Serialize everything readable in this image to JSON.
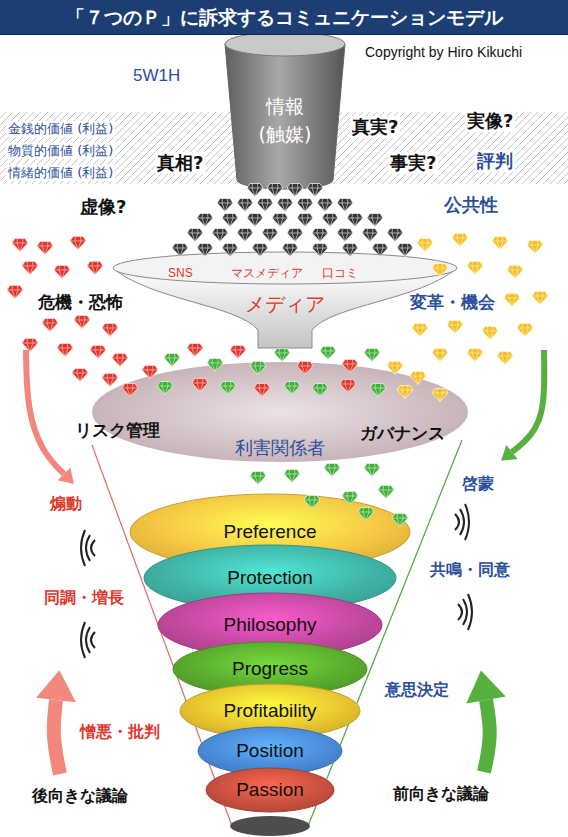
{
  "diagram": {
    "title": "「７つのＰ」に訴求するコミュニケーションモデル",
    "nodes": [
      {
        "text": [
          "情報 (触媒)"
        ]
      },
      {
        "text": [
          "SNS",
          "マスメディア",
          "口コミ",
          "メディア"
        ]
      },
      {
        "text": [
          "リスク管理",
          "利害関係者",
          "ガバナンス"
        ]
      },
      {
        "text": [
          "Preference"
        ]
      },
      {
        "text": [
          "Protection"
        ]
      },
      {
        "text": [
          "Philosophy"
        ]
      },
      {
        "text": [
          "Progress"
        ]
      },
      {
        "text": [
          "Profitability"
        ]
      },
      {
        "text": [
          "Position"
        ]
      },
      {
        "text": [
          "Passion"
        ]
      }
    ],
    "labels": [
      "Copyright by Hiro Kikuchi",
      "5W1H",
      "金銭的価値 (利益)",
      "物質的価値 (利益)",
      "情緒的価値 (利益)",
      "真実?",
      "実像?",
      "真相?",
      "事実?",
      "評判",
      "虚像?",
      "公共性",
      "危機・恐怖",
      "変革・機会",
      "煽動",
      "啓蒙",
      "同調・増長",
      "共鳴・同意",
      "意思決定",
      "憎悪・批判",
      "後向きな議論",
      "前向きな議論"
    ]
  }
}
